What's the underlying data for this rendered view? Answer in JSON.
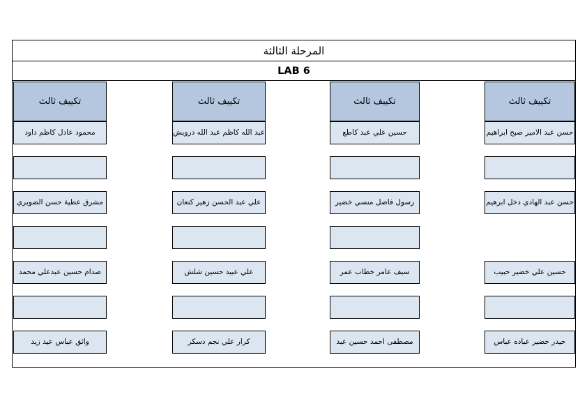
{
  "document": {
    "stage_title": "المرحلة الثالثة",
    "lab_title": "LAB 6",
    "header_fill": "#b4c7de",
    "cell_fill": "#dce6f1",
    "border_color": "#000000"
  },
  "columns": [
    {
      "header": "تكييف ثالث",
      "cells": [
        {
          "name": "محمود عادل كاظم داود",
          "empty": false,
          "missing": false
        },
        {
          "name": "",
          "empty": true,
          "missing": false
        },
        {
          "name": "مشرق عطية حسن الضويري",
          "empty": false,
          "missing": false
        },
        {
          "name": "",
          "empty": true,
          "missing": false
        },
        {
          "name": "صدام حسين عبدعلي محمد",
          "empty": false,
          "missing": false
        },
        {
          "name": "",
          "empty": true,
          "missing": false
        },
        {
          "name": "وائق عباس عيد زيد",
          "empty": false,
          "missing": false
        }
      ]
    },
    {
      "header": "تكييف ثالث",
      "cells": [
        {
          "name": "عبد الله كاظم عبد الله درويش",
          "empty": false,
          "missing": false
        },
        {
          "name": "",
          "empty": true,
          "missing": false
        },
        {
          "name": "علي عبد الحسن زهير كنعان",
          "empty": false,
          "missing": false
        },
        {
          "name": "",
          "empty": true,
          "missing": false
        },
        {
          "name": "علي عبيد حسين شلش",
          "empty": false,
          "missing": false
        },
        {
          "name": "",
          "empty": true,
          "missing": false
        },
        {
          "name": "كرار علي نجم دسكر",
          "empty": false,
          "missing": false
        }
      ]
    },
    {
      "header": "تكييف ثالث",
      "cells": [
        {
          "name": "حسين علي عبد كاطع",
          "empty": false,
          "missing": false
        },
        {
          "name": "",
          "empty": true,
          "missing": false
        },
        {
          "name": "رسول فاضل منسي خضير",
          "empty": false,
          "missing": false
        },
        {
          "name": "",
          "empty": true,
          "missing": false
        },
        {
          "name": "سيف عامر خطاب عمر",
          "empty": false,
          "missing": false
        },
        {
          "name": "",
          "empty": true,
          "missing": false
        },
        {
          "name": "مصطفى احمد حسين عبد",
          "empty": false,
          "missing": false
        }
      ]
    },
    {
      "header": "تكييف ثالث",
      "cells": [
        {
          "name": "حسن عبد الامير صبح ابراهيم",
          "empty": false,
          "missing": false
        },
        {
          "name": "",
          "empty": true,
          "missing": false
        },
        {
          "name": "حسن عبد الهادي دخل ابرهيم",
          "empty": false,
          "missing": false
        },
        {
          "name": "",
          "empty": true,
          "missing": true
        },
        {
          "name": "حسين علي خضير حبيب",
          "empty": false,
          "missing": false
        },
        {
          "name": "",
          "empty": true,
          "missing": false
        },
        {
          "name": "حيدر خضير عباده عباس",
          "empty": false,
          "missing": false
        }
      ]
    }
  ]
}
